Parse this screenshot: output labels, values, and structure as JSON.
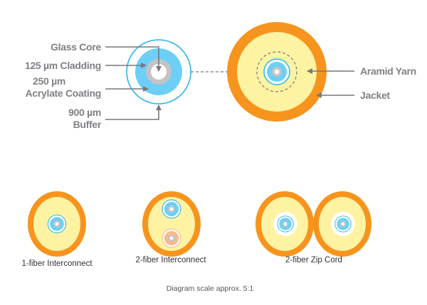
{
  "colors": {
    "jacket": "#f7941d",
    "yarn": "#fdf3a3",
    "coating": "#6dcff6",
    "buffer_ring": "#29b6ea",
    "cladding": "#c3c3c6",
    "core": "#ffffff",
    "label": "#808086",
    "arrow": "#77777d",
    "orange_coating": "#f9b98a"
  },
  "labels": {
    "glass_core": "Glass Core",
    "cladding": "125 µm Cladding",
    "coating_size": "250 µm",
    "coating": "Acrylate Coating",
    "buffer_size": "900 µm",
    "buffer": "Buffer",
    "aramid_yarn": "Aramid Yarn",
    "jacket": "Jacket"
  },
  "cables": [
    {
      "caption": "1-fiber Interconnect"
    },
    {
      "caption": "2-fiber Interconnect"
    },
    {
      "caption": "2-fiber Zip Cord"
    }
  ],
  "scale_note": "Diagram scale approx. 5:1"
}
